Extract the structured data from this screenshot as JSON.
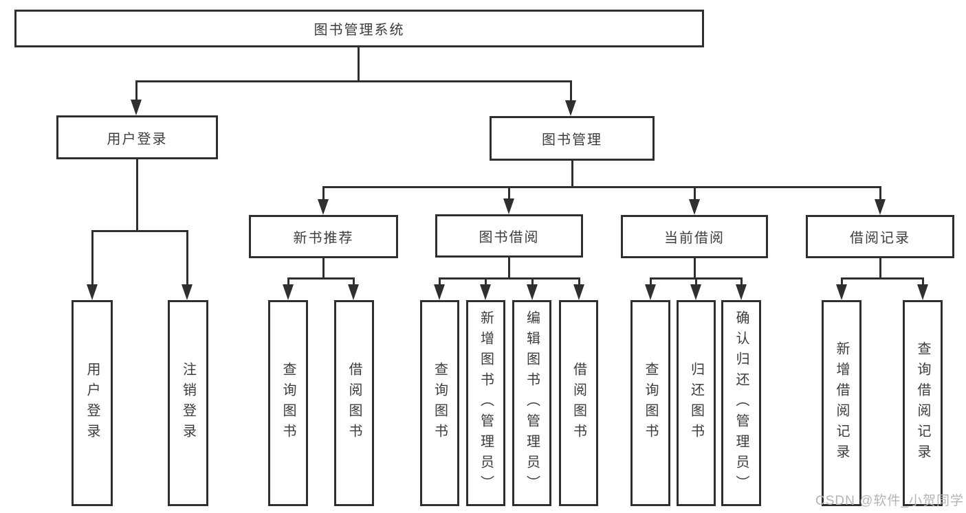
{
  "diagram_title": "图书管理系统",
  "tree": {
    "label": "图书管理系统",
    "children": [
      {
        "label": "用户登录",
        "children": [
          {
            "label": "用户登录"
          },
          {
            "label": "注销登录"
          }
        ]
      },
      {
        "label": "图书管理",
        "children": [
          {
            "label": "新书推荐",
            "children": [
              {
                "label": "查询图书"
              },
              {
                "label": "借阅图书"
              }
            ]
          },
          {
            "label": "图书借阅",
            "children": [
              {
                "label": "查询图书"
              },
              {
                "label": "新增图书（管理员）"
              },
              {
                "label": "编辑图书（管理员）"
              },
              {
                "label": "借阅图书"
              }
            ]
          },
          {
            "label": "当前借阅",
            "children": [
              {
                "label": "查询图书"
              },
              {
                "label": "归还图书"
              },
              {
                "label": "确认归还（管理员）"
              }
            ]
          },
          {
            "label": "借阅记录",
            "children": [
              {
                "label": "新增借阅记录"
              },
              {
                "label": "查询借阅记录"
              }
            ]
          }
        ]
      }
    ]
  },
  "watermark": "CSDN @软件_小贺同学",
  "colors": {
    "line": "#2f2f2f",
    "text": "#3c3c3c",
    "watermark": "#b4b4b4",
    "background": "#ffffff"
  }
}
